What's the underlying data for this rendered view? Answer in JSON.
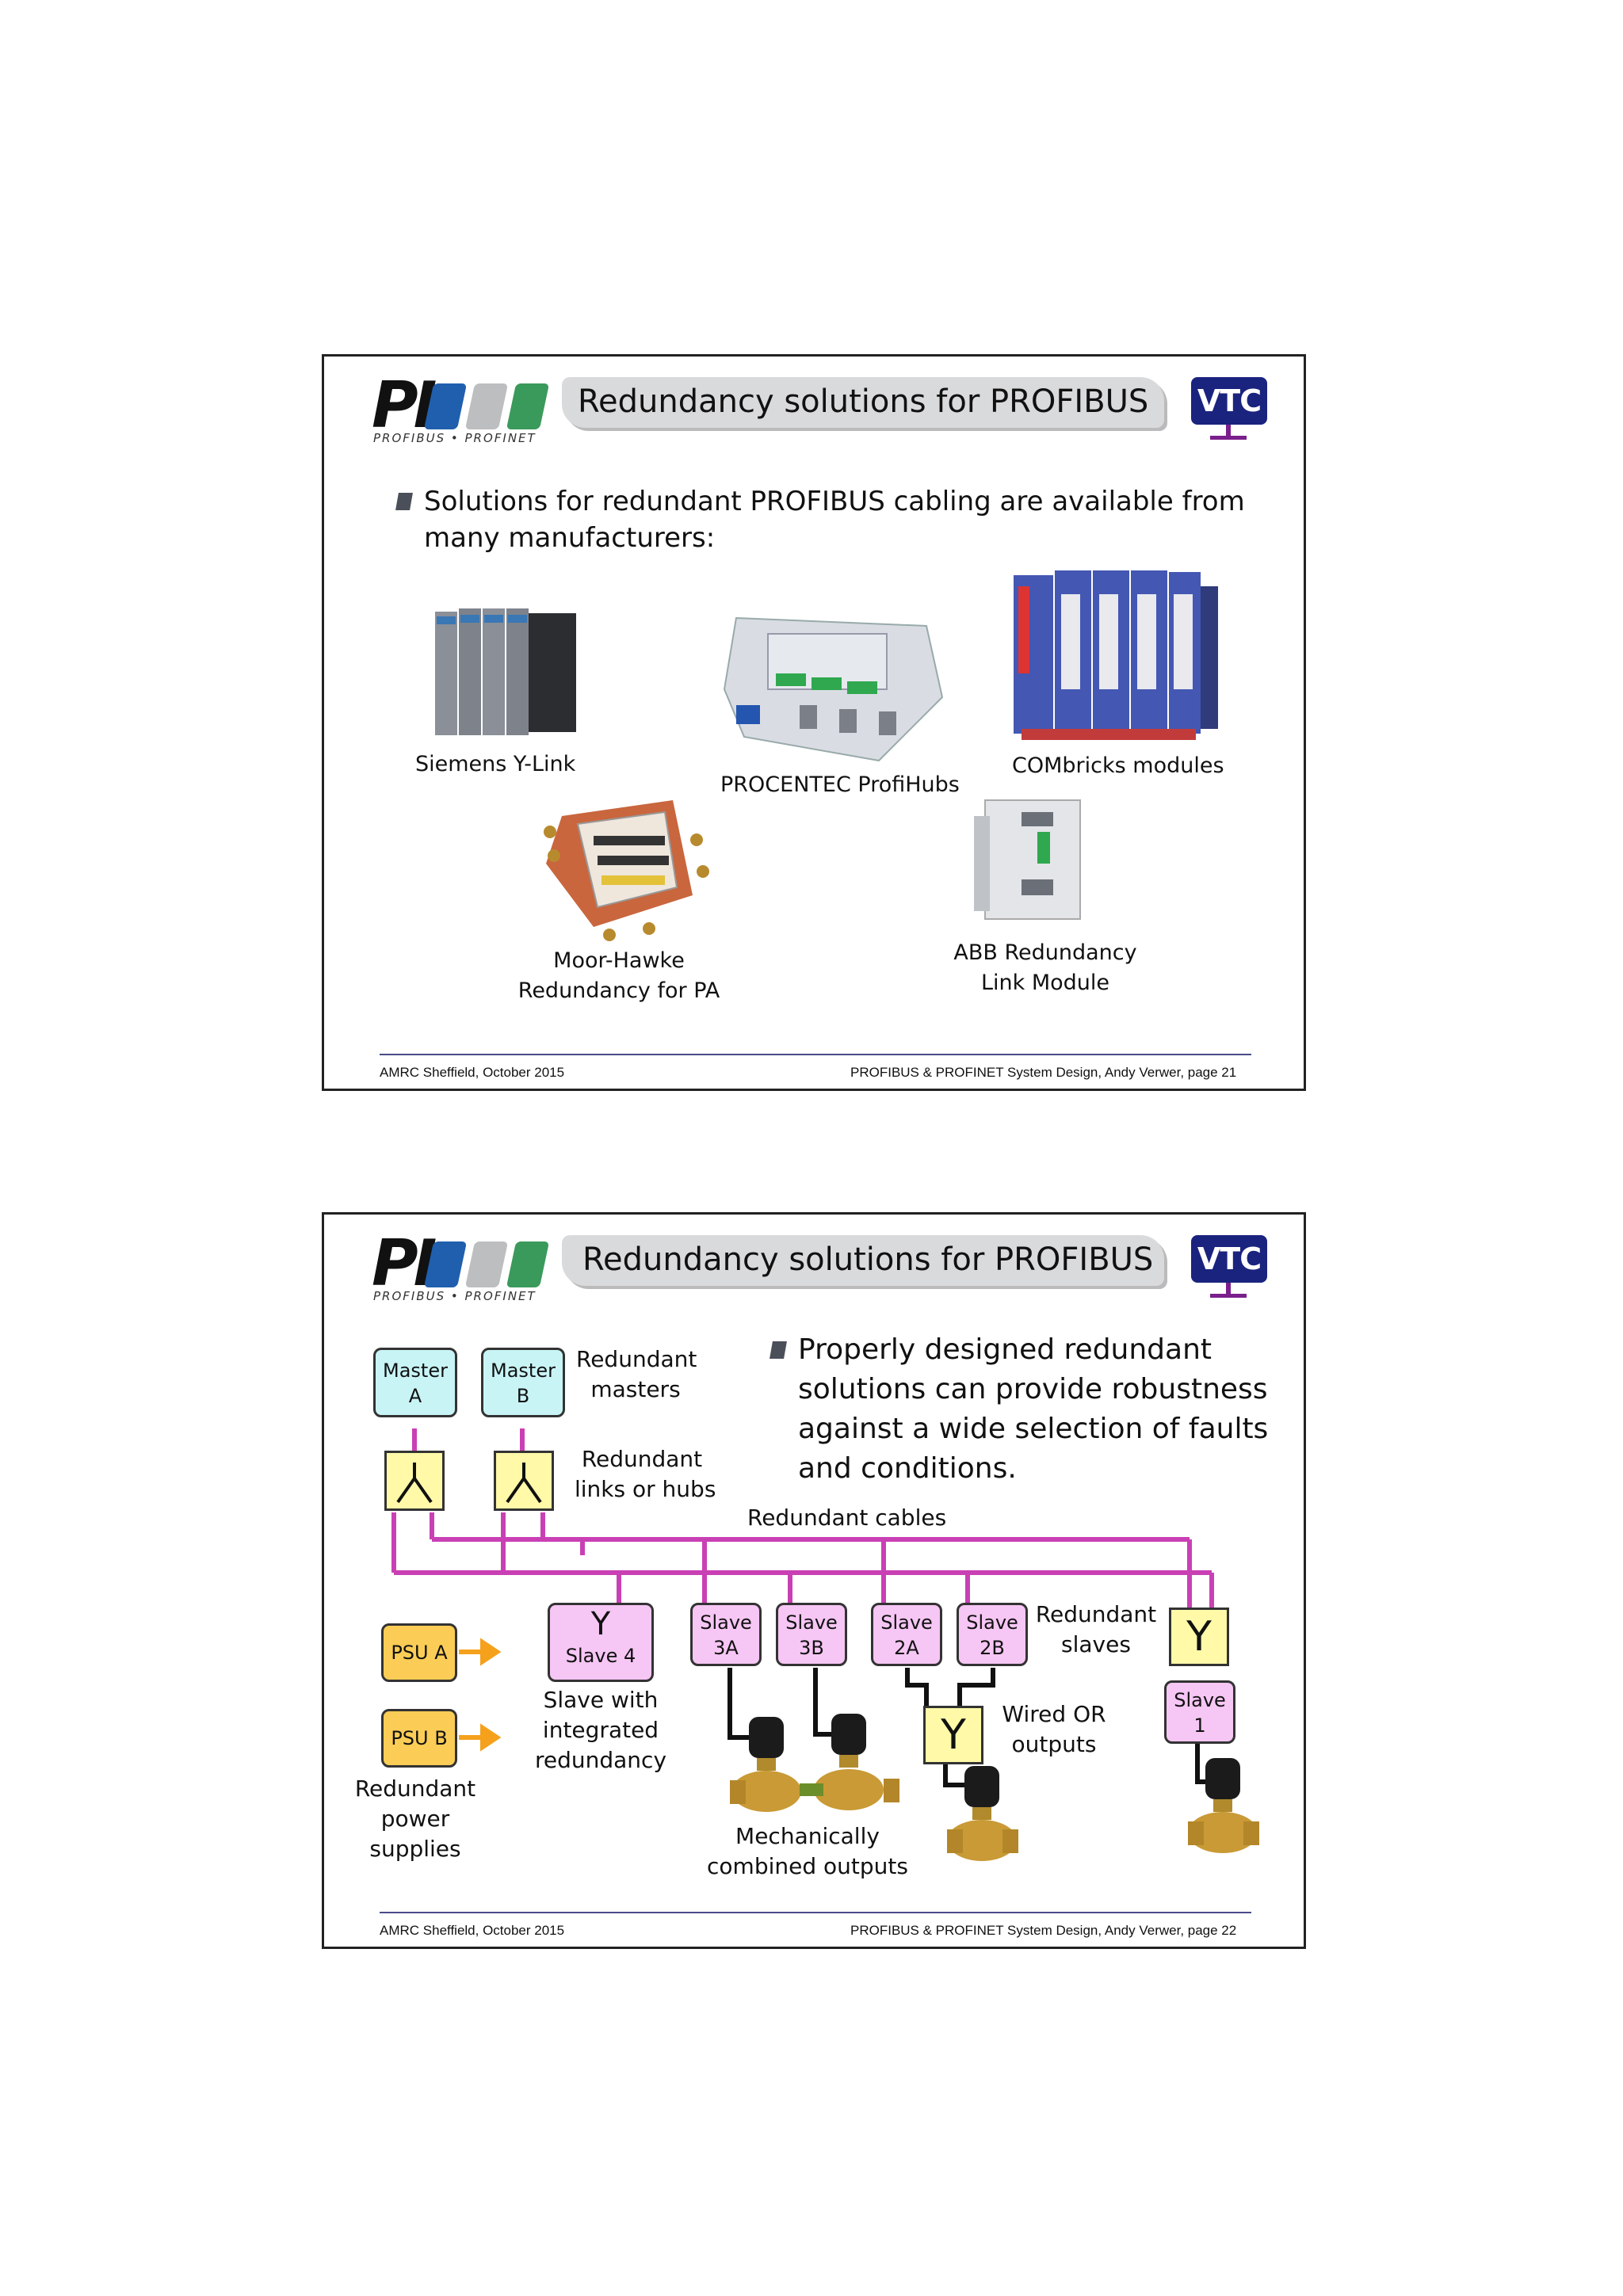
{
  "header": {
    "logo_text": "PI",
    "logo_subtitle": "PROFIBUS • PROFINET",
    "vtc_logo": "VTC"
  },
  "slide1": {
    "title": "Redundancy solutions for PROFIBUS",
    "bullet_line1": "Solutions for redundant PROFIBUS cabling are available from",
    "bullet_line2": "many manufacturers:",
    "products": {
      "siemens": "Siemens Y-Link",
      "procentec": "PROCENTEC ProfiHubs",
      "combricks": "COMbricks modules",
      "moor_line1": "Moor-Hawke",
      "moor_line2": "Redundancy for PA",
      "abb_line1": "ABB Redundancy",
      "abb_line2": "Link Module"
    },
    "footer_left": "AMRC Sheffield, October 2015",
    "footer_right": "PROFIBUS & PROFINET  System Design, Andy Verwer,    page  21"
  },
  "slide2": {
    "title": "Redundancy solutions for PROFIBUS",
    "bullet_line1": "Properly designed redundant",
    "bullet_line2": "solutions can provide robustness",
    "bullet_line3": "against a wide selection of faults",
    "bullet_line4": "and conditions.",
    "master_a_1": "Master",
    "master_a_2": "A",
    "master_b_1": "Master",
    "master_b_2": "B",
    "redundant_masters_1": "Redundant",
    "redundant_masters_2": "masters",
    "redundant_links_1": "Redundant",
    "redundant_links_2": "links or hubs",
    "redundant_cables": "Redundant cables",
    "psu_a": "PSU A",
    "psu_b": "PSU B",
    "redundant_psu_1": "Redundant",
    "redundant_psu_2": "power",
    "redundant_psu_3": "supplies",
    "y_symbol": "Y",
    "slave4": "Slave 4",
    "slave4_desc_1": "Slave with",
    "slave4_desc_2": "integrated",
    "slave4_desc_3": "redundancy",
    "slave_word": "Slave",
    "slave_3a": "3A",
    "slave_3b": "3B",
    "slave_2a": "2A",
    "slave_2b": "2B",
    "slave_1": "1",
    "redundant_slaves_1": "Redundant",
    "redundant_slaves_2": "slaves",
    "wired_or_1": "Wired OR",
    "wired_or_2": "outputs",
    "mech_1": "Mechanically",
    "mech_2": "combined outputs",
    "footer_left": "AMRC Sheffield, October 2015",
    "footer_right": "PROFIBUS & PROFINET  System Design, Andy Verwer,    page  22"
  },
  "colors": {
    "bus": "#c940b4",
    "arrow": "#f5a11c",
    "cyan_box": "#c9f4f6",
    "pink_box": "#f6c6f4",
    "yellow_box": "#fff9a8",
    "psu_box": "#fbcd56"
  }
}
